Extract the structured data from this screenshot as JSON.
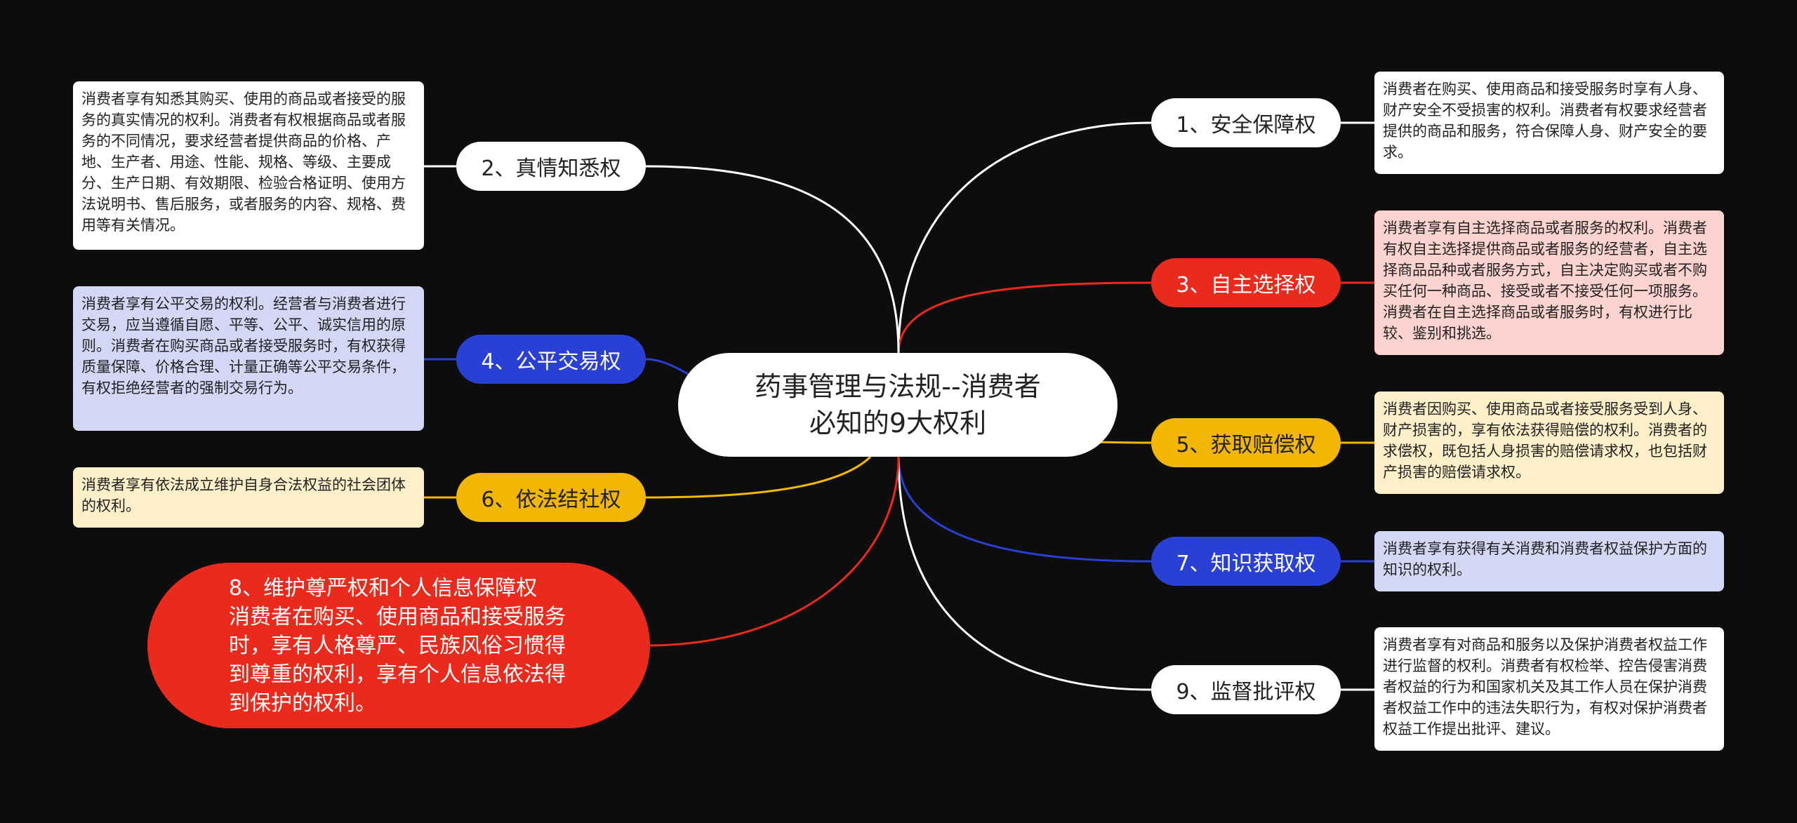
{
  "center": {
    "title_line1": "药事管理与法规--消费者",
    "title_line2": "必知的9大权利"
  },
  "colors": {
    "white": "#ffffff",
    "red": "#ea2a1c",
    "blue": "#2a3fd4",
    "yellow": "#f2b705"
  },
  "branches": [
    {
      "label": "1、安全保障权",
      "note": "消费者在购买、使用商品和接受服务时享有人身、财产安全不受损害的权利。消费者有权要求经营者提供的商品和服务，符合保障人身、财产安全的要求。"
    },
    {
      "label": "2、真情知悉权",
      "note": "消费者享有知悉其购买、使用的商品或者接受的服务的真实情况的权利。消费者有权根据商品或者服务的不同情况，要求经营者提供商品的价格、产地、生产者、用途、性能、规格、等级、主要成分、生产日期、有效期限、检验合格证明、使用方法说明书、售后服务，或者服务的内容、规格、费用等有关情况。"
    },
    {
      "label": "3、自主选择权",
      "note": "消费者享有自主选择商品或者服务的权利。消费者有权自主选择提供商品或者服务的经营者，自主选择商品品种或者服务方式，自主决定购买或者不购买任何一种商品、接受或者不接受任何一项服务。消费者在自主选择商品或者服务时，有权进行比较、鉴别和挑选。"
    },
    {
      "label": "4、公平交易权",
      "note": "消费者享有公平交易的权利。经营者与消费者进行交易，应当遵循自愿、平等、公平、诚实信用的原则。消费者在购买商品或者接受服务时，有权获得质量保障、价格合理、计量正确等公平交易条件，有权拒绝经营者的强制交易行为。"
    },
    {
      "label": "5、获取赔偿权",
      "note": "消费者因购买、使用商品或者接受服务受到人身、财产损害的，享有依法获得赔偿的权利。消费者的求偿权，既包括人身损害的赔偿请求权，也包括财产损害的赔偿请求权。"
    },
    {
      "label": "6、依法结社权",
      "note": "消费者享有依法成立维护自身合法权益的社会团体的权利。"
    },
    {
      "label": "7、知识获取权",
      "note": "消费者享有获得有关消费和消费者权益保护方面的知识的权利。"
    },
    {
      "label": "8、维护尊严权和个人信息保障权",
      "note": "消费者在购买、使用商品和接受服务时，享有人格尊严、民族风俗习惯得到尊重的权利，享有个人信息依法得到保护的权利。"
    },
    {
      "label": "9、监督批评权",
      "note": "消费者享有对商品和服务以及保护消费者权益工作进行监督的权利。消费者有权检举、控告侵害消费者权益的行为和国家机关及其工作人员在保护消费者权益工作中的违法失职行为，有权对保护消费者权益工作提出批评、建议。"
    }
  ]
}
